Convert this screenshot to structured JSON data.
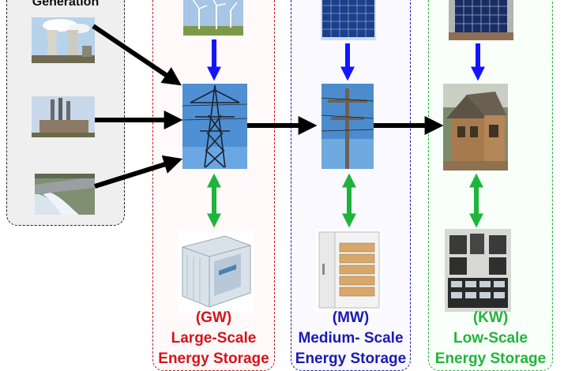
{
  "generation": {
    "title": "Generation",
    "sources": [
      {
        "icon": "nuclear-plant-icon"
      },
      {
        "icon": "coal-plant-icon"
      },
      {
        "icon": "hydro-dam-icon"
      }
    ]
  },
  "columns": [
    {
      "scale": "(GW)",
      "name_line1": "Large-Scale",
      "name_line2": "Energy Storage",
      "color": "#d4141a",
      "top_icon": "wind-turbines-icon",
      "node_icon": "transmission-tower-icon",
      "storage_icon": "container-battery-icon"
    },
    {
      "scale": "(MW)",
      "name_line1": "Medium- Scale",
      "name_line2": "Energy Storage",
      "color": "#1a1ab4",
      "top_icon": "solar-panel-icon",
      "node_icon": "distribution-pole-icon",
      "storage_icon": "battery-cabinet-icon"
    },
    {
      "scale": "(KW)",
      "name_line1": "Low-Scale",
      "name_line2": "Energy Storage",
      "color": "#22b43c",
      "top_icon": "rooftop-solar-icon",
      "node_icon": "house-icon",
      "storage_icon": "home-battery-rack-icon"
    }
  ],
  "colors": {
    "flow_arrow": "#000000",
    "renewable_arrow": "#1414ff",
    "storage_arrow": "#1eb43c",
    "generation_panel_bg": "#f0f0f0"
  }
}
